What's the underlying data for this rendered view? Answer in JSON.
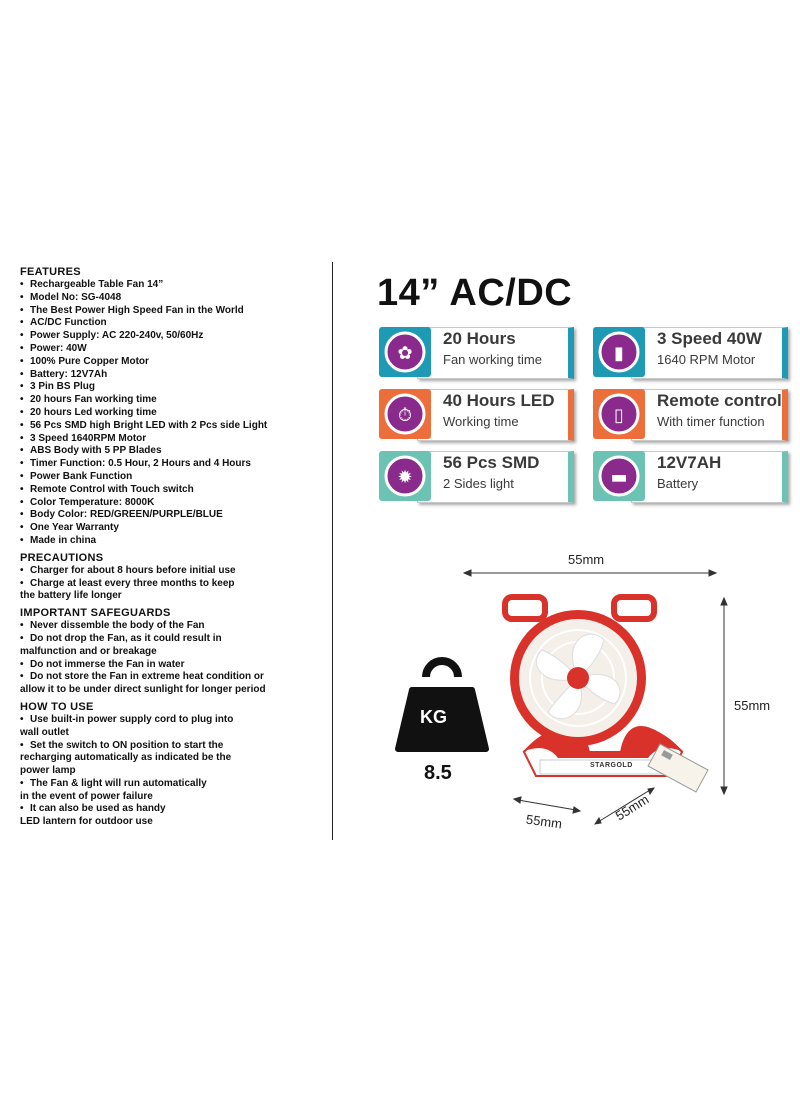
{
  "features": {
    "title": "FEATURES",
    "items": [
      "Rechargeable Table Fan 14”",
      "Model No: SG-4048",
      "The Best Power High Speed Fan in the World",
      "AC/DC Function",
      "Power Supply: AC 220-240v, 50/60Hz",
      "Power: 40W",
      "100% Pure Copper Motor",
      "Battery: 12V7Ah",
      "3 Pin BS Plug",
      "20 hours Fan working time",
      "20 hours Led working time",
      "56 Pcs SMD high Bright LED with 2 Pcs side Light",
      "3 Speed 1640RPM Motor",
      "ABS Body with  5 PP Blades",
      "Timer Function: 0.5 Hour, 2 Hours and 4 Hours",
      "Power Bank Function",
      "Remote Control with Touch switch",
      "Color Temperature: 8000K",
      "Body Color: RED/GREEN/PURPLE/BLUE",
      "One Year Warranty",
      "Made in china"
    ]
  },
  "precautions": {
    "title": "PRECAUTIONS",
    "items": [
      "Charger for about 8 hours before initial use",
      "Charge at least every three months to keep",
      "the battery life longer"
    ]
  },
  "safeguards": {
    "title": "IMPORTANT SAFEGUARDS",
    "items": [
      "Never dissemble the body of the Fan",
      "Do not drop the Fan, as it could result in",
      "malfunction and or breakage",
      "Do not immerse the Fan in water",
      "Do not store the Fan in extreme heat condition or",
      "allow it to be under direct sunlight for longer period"
    ]
  },
  "howto": {
    "title": "HOW TO USE",
    "items": [
      "Use built-in power supply cord to  plug into",
      "wall outlet",
      "Set the switch to ON position to start the",
      "recharging automatically as indicated be the",
      "power lamp",
      "The Fan & light will run automatically",
      "in the event of power failure",
      "It can also be used as handy",
      "LED lantern for outdoor use"
    ]
  },
  "heading": "14” AC/DC",
  "badges": [
    {
      "title": "20 Hours",
      "sub": "Fan working time",
      "icon": "fan-icon",
      "color": "#1f9ab4"
    },
    {
      "title": "3 Speed 40W",
      "sub": "1640 RPM Motor",
      "icon": "motor-icon",
      "color": "#1f9ab4"
    },
    {
      "title": "40 Hours LED",
      "sub": "Working time",
      "icon": "timer-icon",
      "color": "#ec6f3b"
    },
    {
      "title": "Remote control",
      "sub": "With timer function",
      "icon": "remote-icon",
      "color": "#ec6f3b"
    },
    {
      "title": "56 Pcs SMD",
      "sub": "2 Sides light",
      "icon": "light-icon",
      "color": "#6cc3b4"
    },
    {
      "title": "12V7AH",
      "sub": "Battery",
      "icon": "battery-icon",
      "color": "#6cc3b4"
    }
  ],
  "dimensions": {
    "top": "55mm",
    "right": "55mm",
    "bottom_left": "55mm",
    "bottom_right": "55mm"
  },
  "weight": {
    "unit": "KG",
    "value": "8.5"
  },
  "product": {
    "brand": "STARGOLD"
  },
  "colors": {
    "accent_purple": "#8a2a8c",
    "fan_red": "#d8322a",
    "teal": "#1f9ab4",
    "orange": "#ec6f3b",
    "mint": "#6cc3b4"
  }
}
